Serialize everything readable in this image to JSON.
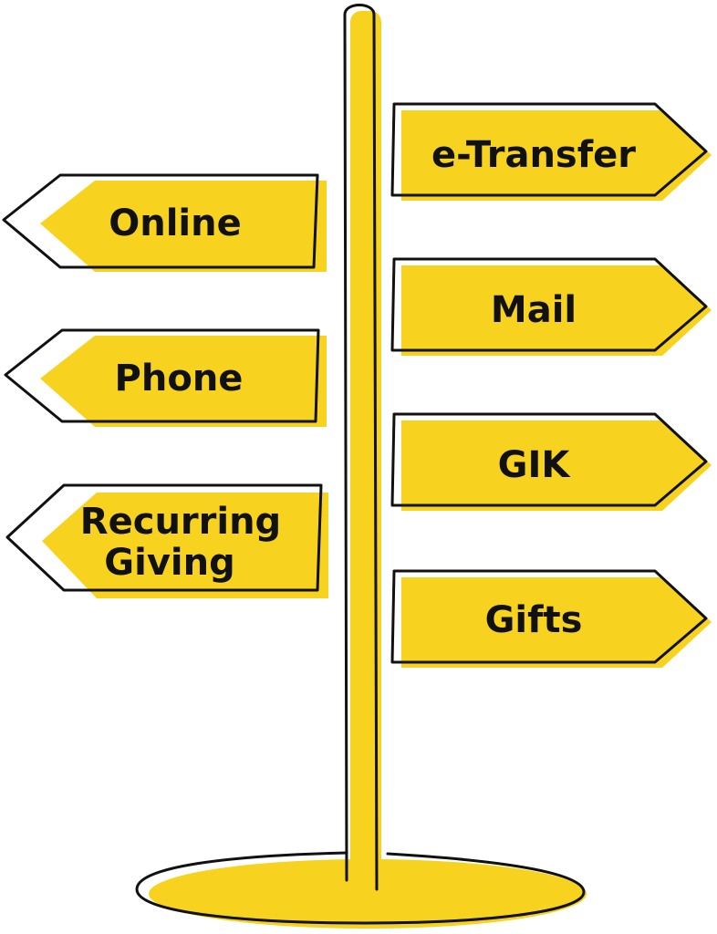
{
  "colors": {
    "sign_fill": "#f7d31f",
    "outline": "#111111",
    "background": "#ffffff"
  },
  "signs": {
    "left": [
      {
        "lines": [
          "Online"
        ]
      },
      {
        "lines": [
          "Phone"
        ]
      },
      {
        "lines": [
          "Recurring",
          "Giving"
        ]
      }
    ],
    "right": [
      {
        "lines": [
          "e-Transfer"
        ]
      },
      {
        "lines": [
          "Mail"
        ]
      },
      {
        "lines": [
          "GIK"
        ]
      },
      {
        "lines": [
          "Gifts"
        ]
      }
    ]
  }
}
